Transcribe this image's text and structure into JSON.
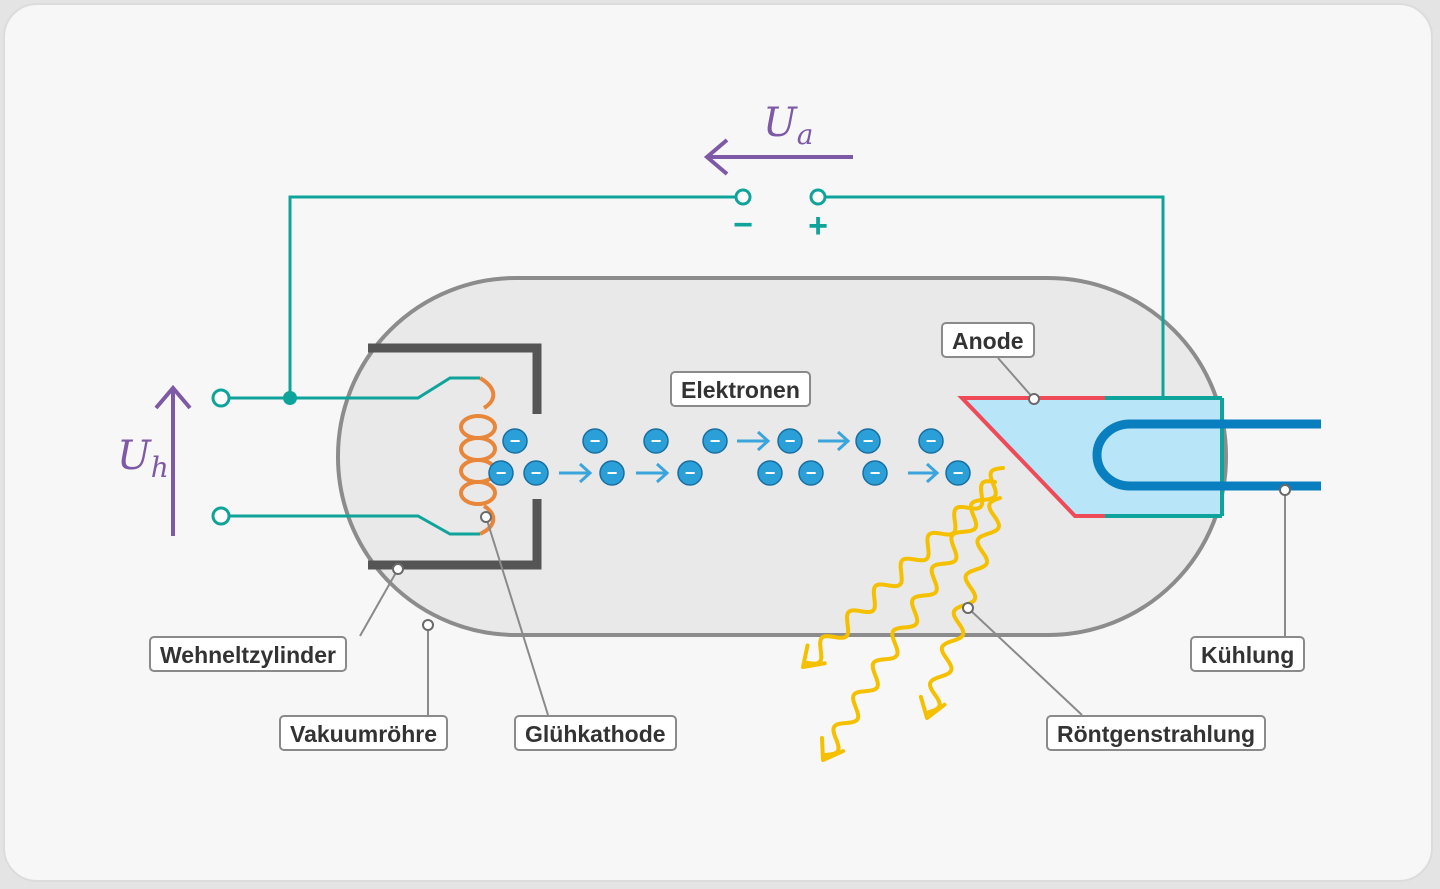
{
  "voltages": {
    "anode_symbol": "U",
    "anode_sub": "a",
    "heater_symbol": "U",
    "heater_sub": "h",
    "minus": "−",
    "plus": "+"
  },
  "labels": {
    "anode": "Anode",
    "electrons": "Elektronen",
    "wehnelt": "Wehneltzylinder",
    "vacuum_tube": "Vakuumröhre",
    "cathode": "Glühkathode",
    "xray": "Röntgenstrahlung",
    "cooling": "Kühlung"
  },
  "electron_symbol": "−",
  "colors": {
    "wire": "#0fa49b",
    "voltage_arrow": "#7e5aa6",
    "cathode_coil": "#e8863a",
    "electron": "#2a9fd8",
    "electron_flow": "#3aa5dc",
    "anode_fill": "#b8e6f8",
    "anode_edge": "#ef4a57",
    "cooling_pipe": "#0a7fc0",
    "xray": "#f5c000",
    "tube_outline": "#8c8c8c",
    "wehnelt": "#555555"
  }
}
